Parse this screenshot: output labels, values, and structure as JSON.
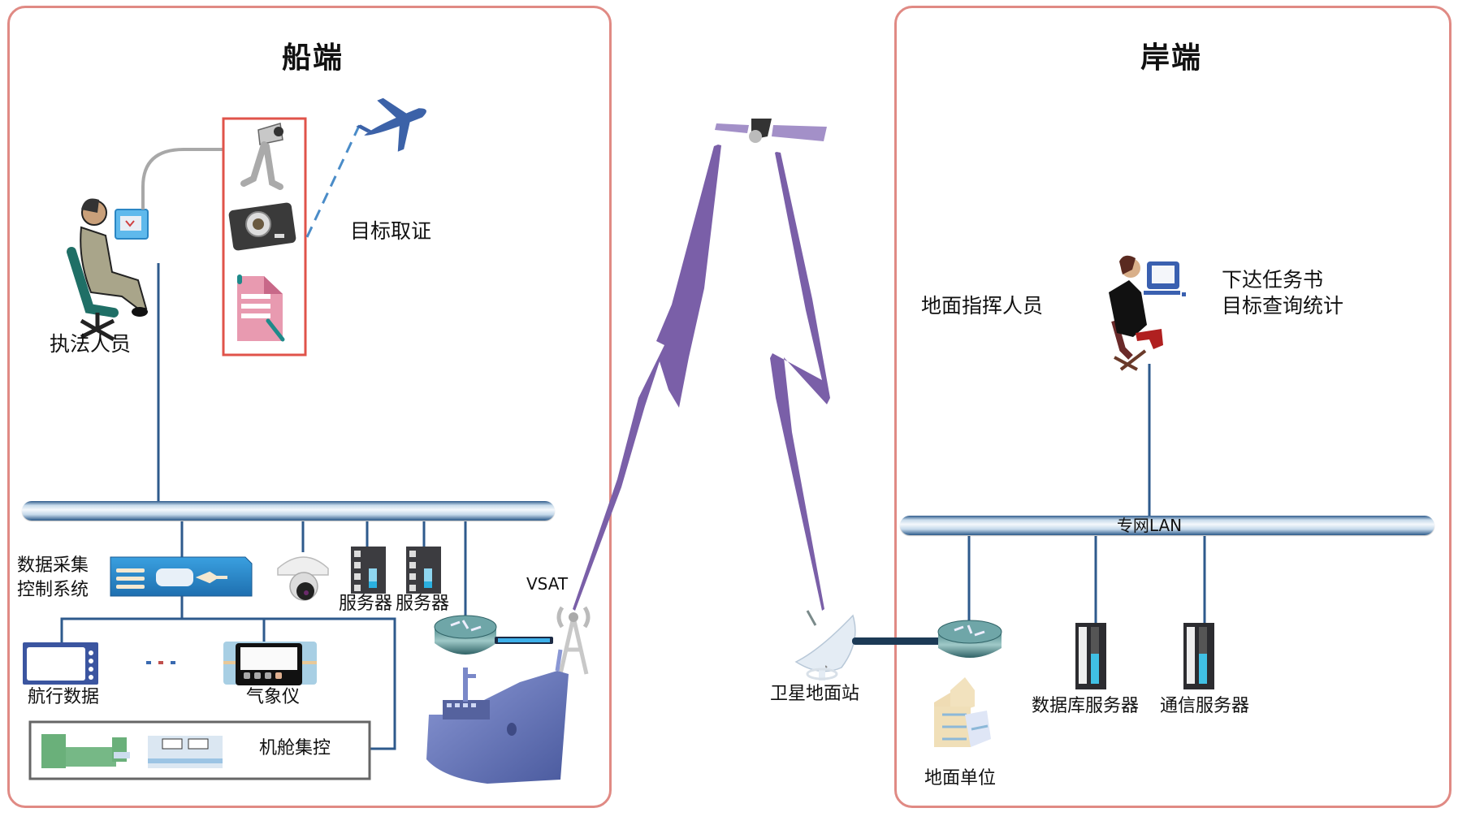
{
  "ship_side": {
    "title": "船端",
    "officer_label": "执法人员",
    "evidence_label": "目标取证",
    "evidence_devices": [
      "webcam",
      "camera",
      "document"
    ],
    "lan_devices": {
      "data_acquisition_line1": "数据采集",
      "data_acquisition_line2": "控制系统",
      "server1": "服务器",
      "server2": "服务器",
      "vsat": "VSAT"
    },
    "sensors": {
      "navigation": "航行数据",
      "ellipsis": "...",
      "weather": "气象仪",
      "engine_room": "机舱集控"
    }
  },
  "space": {
    "ground_station": "卫星地面站"
  },
  "shore_side": {
    "title": "岸端",
    "commander_label": "地面指挥人员",
    "commander_tasks_line1": "下达任务书",
    "commander_tasks_line2": "目标查询统计",
    "lan_label": "专网LAN",
    "db_server": "数据库服务器",
    "comm_server": "通信服务器",
    "ground_unit": "地面单位"
  },
  "colors": {
    "panel_border": "#e08a84",
    "evidence_box_border": "#e0534a",
    "wire": "#2e5a8c",
    "radio_link": "#7a5fa8",
    "drone_link": "#4a8cc8"
  }
}
